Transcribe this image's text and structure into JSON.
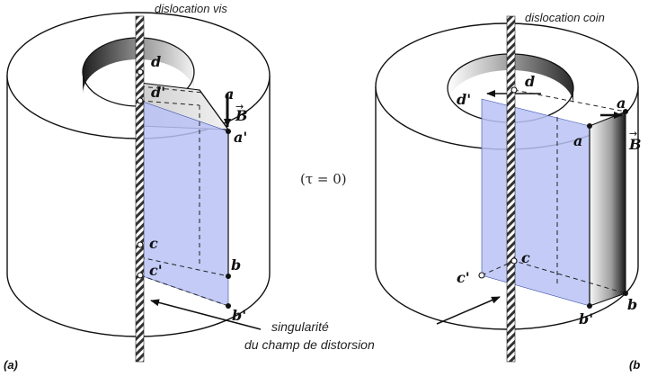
{
  "titles": {
    "screw": "dislocation vis",
    "edge": "dislocation coin"
  },
  "condition": "(τ = 0)",
  "annotation": {
    "line1": "singularité",
    "line2": "du champ de distorsion"
  },
  "panels": {
    "a": "(a)",
    "b": "(b"
  },
  "labels_a": {
    "d": "d",
    "d_prime": "d'",
    "a": "a",
    "a_prime": "a'",
    "c": "c",
    "c_prime": "c'",
    "b": "b",
    "b_prime": "b'",
    "burgers": "B"
  },
  "labels_b": {
    "d": "d",
    "d_prime": "d'",
    "a": "a",
    "a_prime": "a",
    "c": "c",
    "c_prime": "c'",
    "b": "b",
    "b_prime": "b'",
    "burgers": "B"
  },
  "colors": {
    "cut_plane": "#b8c2f5",
    "outline": "#111111",
    "bore_dark": "#3a3a3a",
    "bore_light": "#f0f0f0"
  }
}
